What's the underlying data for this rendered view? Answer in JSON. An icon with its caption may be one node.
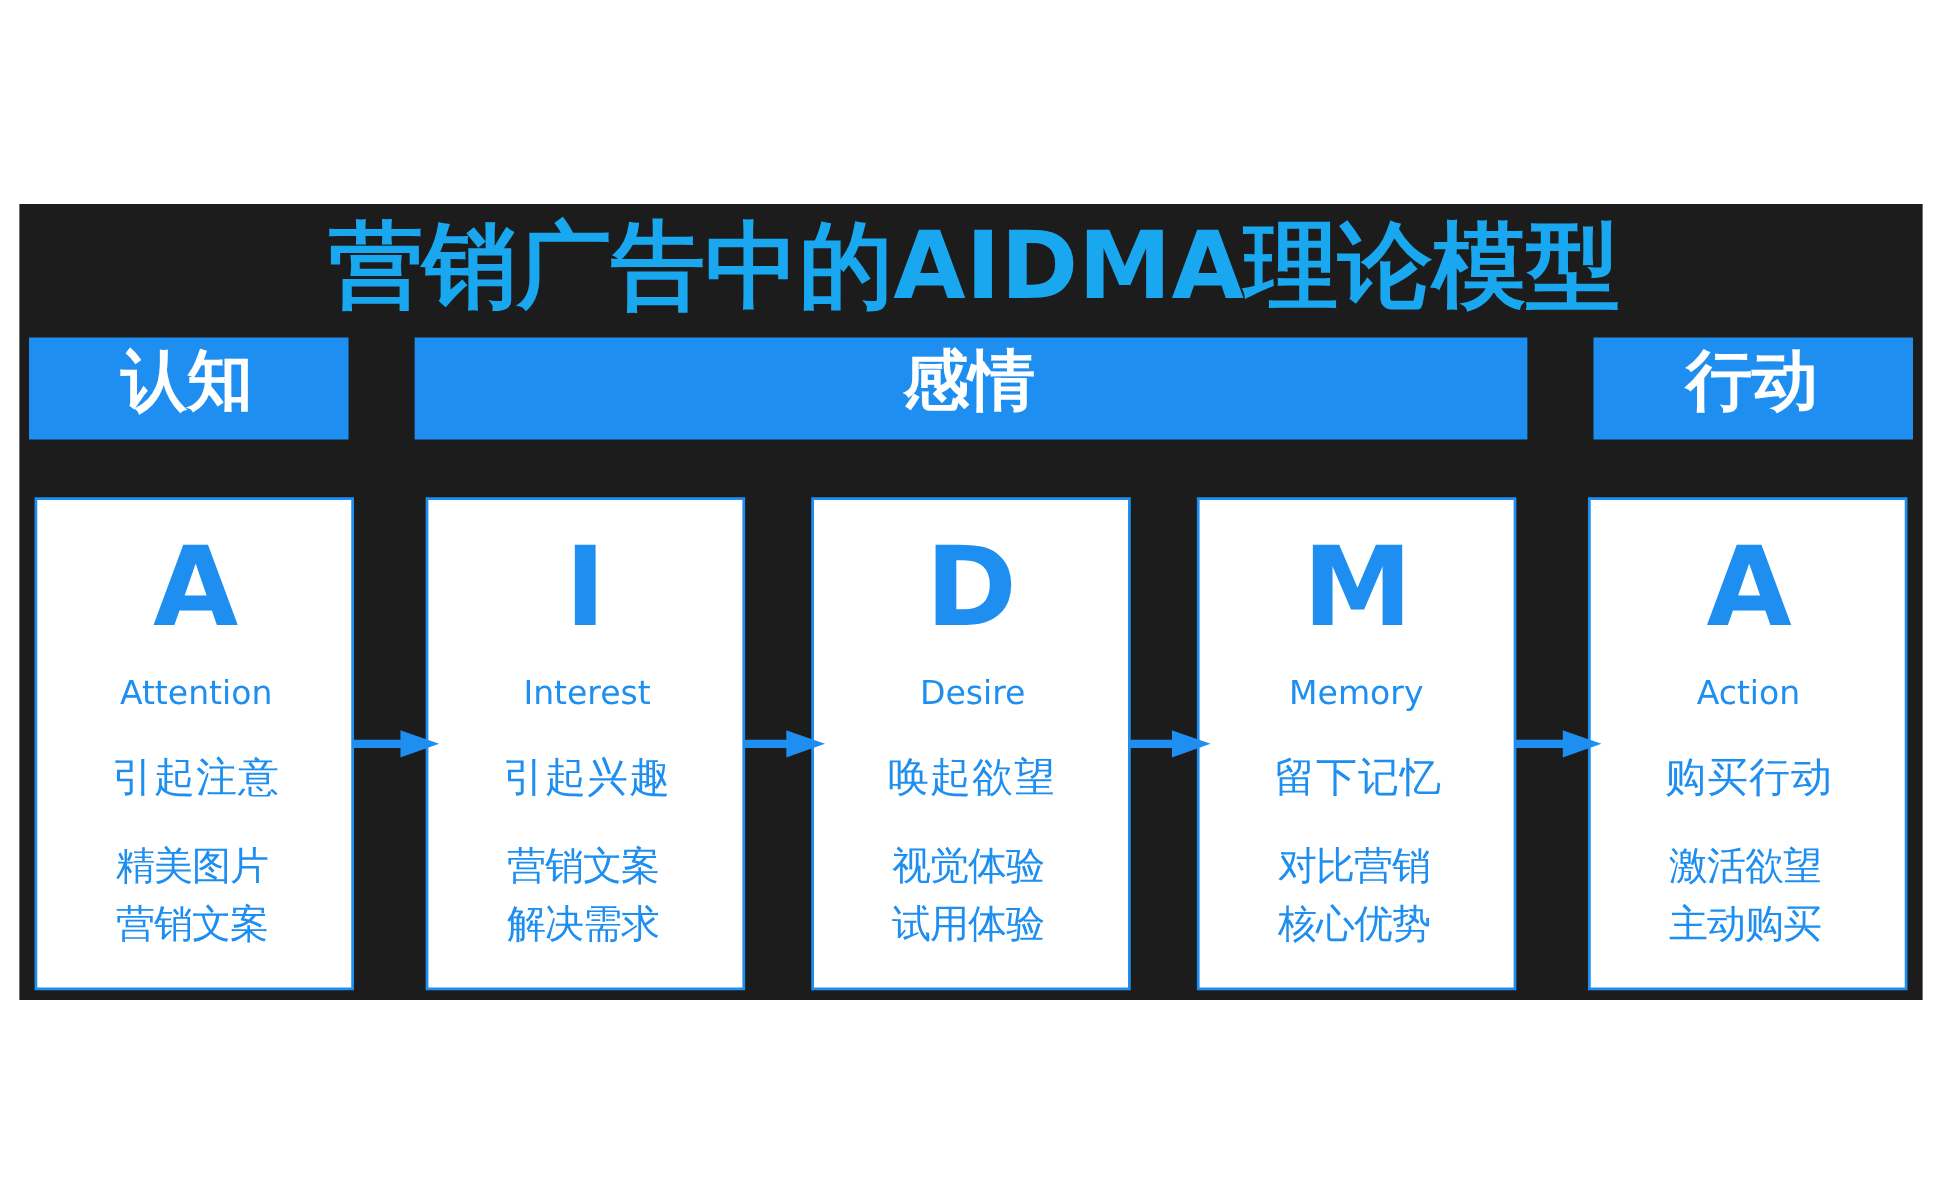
{
  "diagram": {
    "title": "营销广告中的AIDMA理论模型",
    "nodes": [
      {
        "text": [
          "认知"
        ]
      },
      {
        "text": [
          "感情"
        ]
      },
      {
        "text": [
          "行动"
        ]
      },
      {
        "text": [
          "A",
          "Attention",
          "引起注意",
          "精美图片",
          "营销文案"
        ]
      },
      {
        "text": [
          "I",
          "Interest",
          "引起兴趣",
          "营销文案",
          "解决需求"
        ]
      },
      {
        "text": [
          "D",
          "Desire",
          "唤起欲望",
          "视觉体验",
          "试用体验"
        ]
      },
      {
        "text": [
          "M",
          "Memory",
          "留下记忆",
          "对比营销",
          "核心优势"
        ]
      },
      {
        "text": [
          "A",
          "Action",
          "购买行动",
          "激活欲望",
          "主动购买"
        ]
      }
    ],
    "edges": [
      {
        "from": 3,
        "to": 4,
        "arrow": "to"
      },
      {
        "from": 4,
        "to": 5,
        "arrow": "to"
      },
      {
        "from": 5,
        "to": 6,
        "arrow": "to"
      },
      {
        "from": 6,
        "to": 7,
        "arrow": "to"
      }
    ]
  }
}
